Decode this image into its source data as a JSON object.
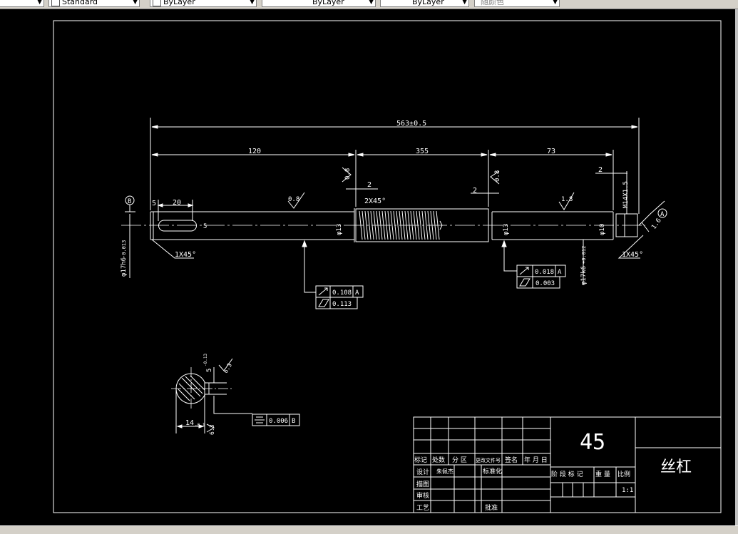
{
  "toolbar": {
    "style_dropdown": "Standard",
    "layer_dropdown": "ByLayer",
    "linetype_dropdown": "ByLayer",
    "lineweight_dropdown": "ByLayer",
    "color_dropdown": "随颜色"
  },
  "drawing": {
    "dim_overall": "563±0.5",
    "dim_120": "120",
    "dim_355": "355",
    "dim_73": "73",
    "dim_20": "20",
    "dim_5a": "5",
    "dim_5b": "5",
    "dim_2a": "2",
    "dim_2b": "2",
    "dim_2c": "2",
    "chamfer_left": "1X45°",
    "chamfer_right": "1X45°",
    "chamfer_mid": "2X45°",
    "rough_08a": "0.8",
    "rough_08b": "0.8",
    "rough_08c": "0.8",
    "rough_18": "1.8",
    "rough_63a": "6.3",
    "rough_63b": "6.3",
    "rough_16": "1.6",
    "datum_b": "B",
    "datum_a": "A",
    "dia_left": "φ17h6",
    "dia_left_tol": "-0.013",
    "dia_mid": "φ13",
    "dia_mid2": "φ13",
    "dia_right": "φ17k6",
    "dia_right_tol": "+0.012",
    "dia_end": "φ10",
    "thread": "M14X1.5",
    "tol1_runout": "0.108",
    "tol1_datum": "A",
    "tol1_cyl": "0.113",
    "tol2_runout": "0.018",
    "tol2_datum": "A",
    "tol2_cyl": "0.003",
    "section_14": "14",
    "section_14_tol": "-0.1",
    "section_5": "5",
    "section_5_tol": "-0.13",
    "sym_value": "0.006",
    "sym_datum": "B"
  },
  "title_block": {
    "material": "45",
    "part_name": "丝杠",
    "row_labels": [
      "标记",
      "处数",
      "分 区",
      "更改文件号",
      "签名",
      "年 月 日"
    ],
    "design": "设计",
    "designer": "朱佩杰",
    "standardize": "标准化",
    "draw": "描图",
    "review": "审核",
    "process": "工艺",
    "approve": "批准",
    "stage_labels": [
      "阶 段 标 记",
      "重 量",
      "比例"
    ],
    "scale": "1:1"
  }
}
